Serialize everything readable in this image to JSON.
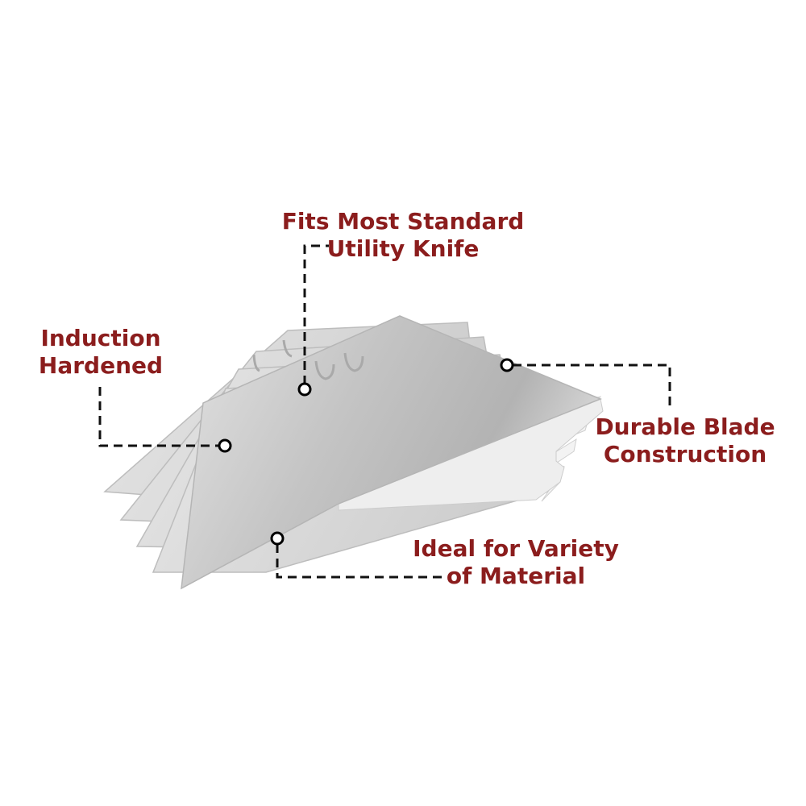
{
  "colors": {
    "label_text": "#8b1d1d",
    "callout_line": "#111111",
    "background": "#ffffff",
    "blade_face": "#c9c9c9",
    "blade_edge": "#f2f2f2"
  },
  "callouts": {
    "fits": {
      "line1": "Fits Most Standard",
      "line2": "Utility Knife"
    },
    "induction": {
      "line1": "Induction",
      "line2": "Hardened"
    },
    "durable": {
      "line1": "Durable Blade",
      "line2": "Construction"
    },
    "ideal": {
      "line1": "Ideal for Variety",
      "line2": "of Material"
    }
  }
}
